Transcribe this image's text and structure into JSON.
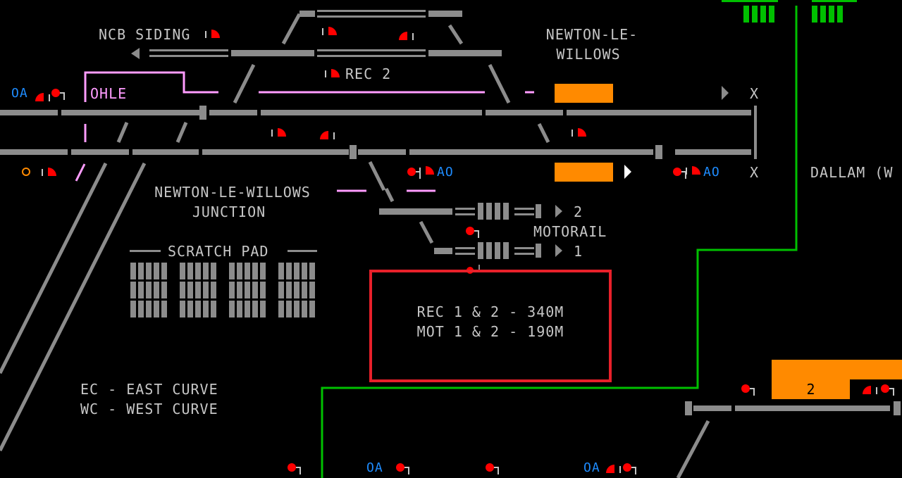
{
  "labels": {
    "ncb_siding": "NCB SIDING",
    "newton_le_willows_1": "NEWTON-LE-",
    "newton_le_willows_2": "WILLOWS",
    "rec2": "REC 2",
    "ohle": "OHLE",
    "x_top": "X",
    "x_bottom": "X",
    "dallam": "DALLAM (W",
    "junction_1": "NEWTON-LE-WILLOWS",
    "junction_2": "JUNCTION",
    "motorail": "MOTORAIL",
    "siding_2": "2",
    "siding_1": "1",
    "scratch_pad": "SCRATCH PAD",
    "ec": "EC - EAST CURVE",
    "wc": "WC - WEST CURVE"
  },
  "info_box": {
    "line1": "REC 1 & 2 - 340M",
    "line2": "MOT 1 & 2 - 190M"
  },
  "signal_labels": {
    "oa_left": "OA",
    "ao_mid": "AO",
    "ao_right": "AO",
    "oa_bottom_1": "OA",
    "oa_bottom_2": "OA"
  },
  "berths": {
    "bottom_right": "2"
  },
  "colors": {
    "track": "#8c8c8c",
    "signal_red": "#ff0000",
    "berth_orange": "#ff8a00",
    "ohle_pink": "#ff9cff",
    "auto_blue": "#1e8cff",
    "green_line": "#00c000",
    "highlight_red": "#e8202a",
    "text_grey": "#c6c6c6"
  }
}
